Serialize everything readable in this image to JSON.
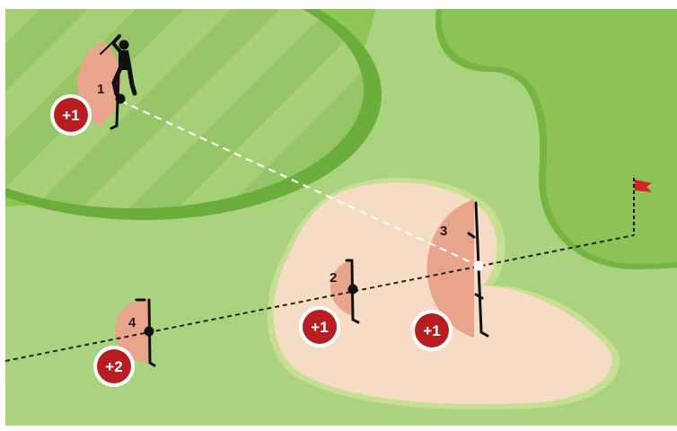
{
  "colors": {
    "rough": "#8fc553",
    "fairway_light": "#a9d17b",
    "fairway_dark": "#95c563",
    "fairway_edge": "#6cae3c",
    "green": "#8cc257",
    "bunker_sand": "#f6dcc5",
    "bunker_lip": "#c3dd8f",
    "zone": "#e9a58c",
    "badge": "#b71e22",
    "flag": "#d6232a"
  },
  "icons": [
    "golfer-icon",
    "flag-icon",
    "ball-icon"
  ],
  "positions": [
    {
      "label": "1",
      "penalty": "+1"
    },
    {
      "label": "2",
      "penalty": "+1"
    },
    {
      "label": "3",
      "penalty": "+1"
    },
    {
      "label": "4",
      "penalty": "+2"
    }
  ]
}
